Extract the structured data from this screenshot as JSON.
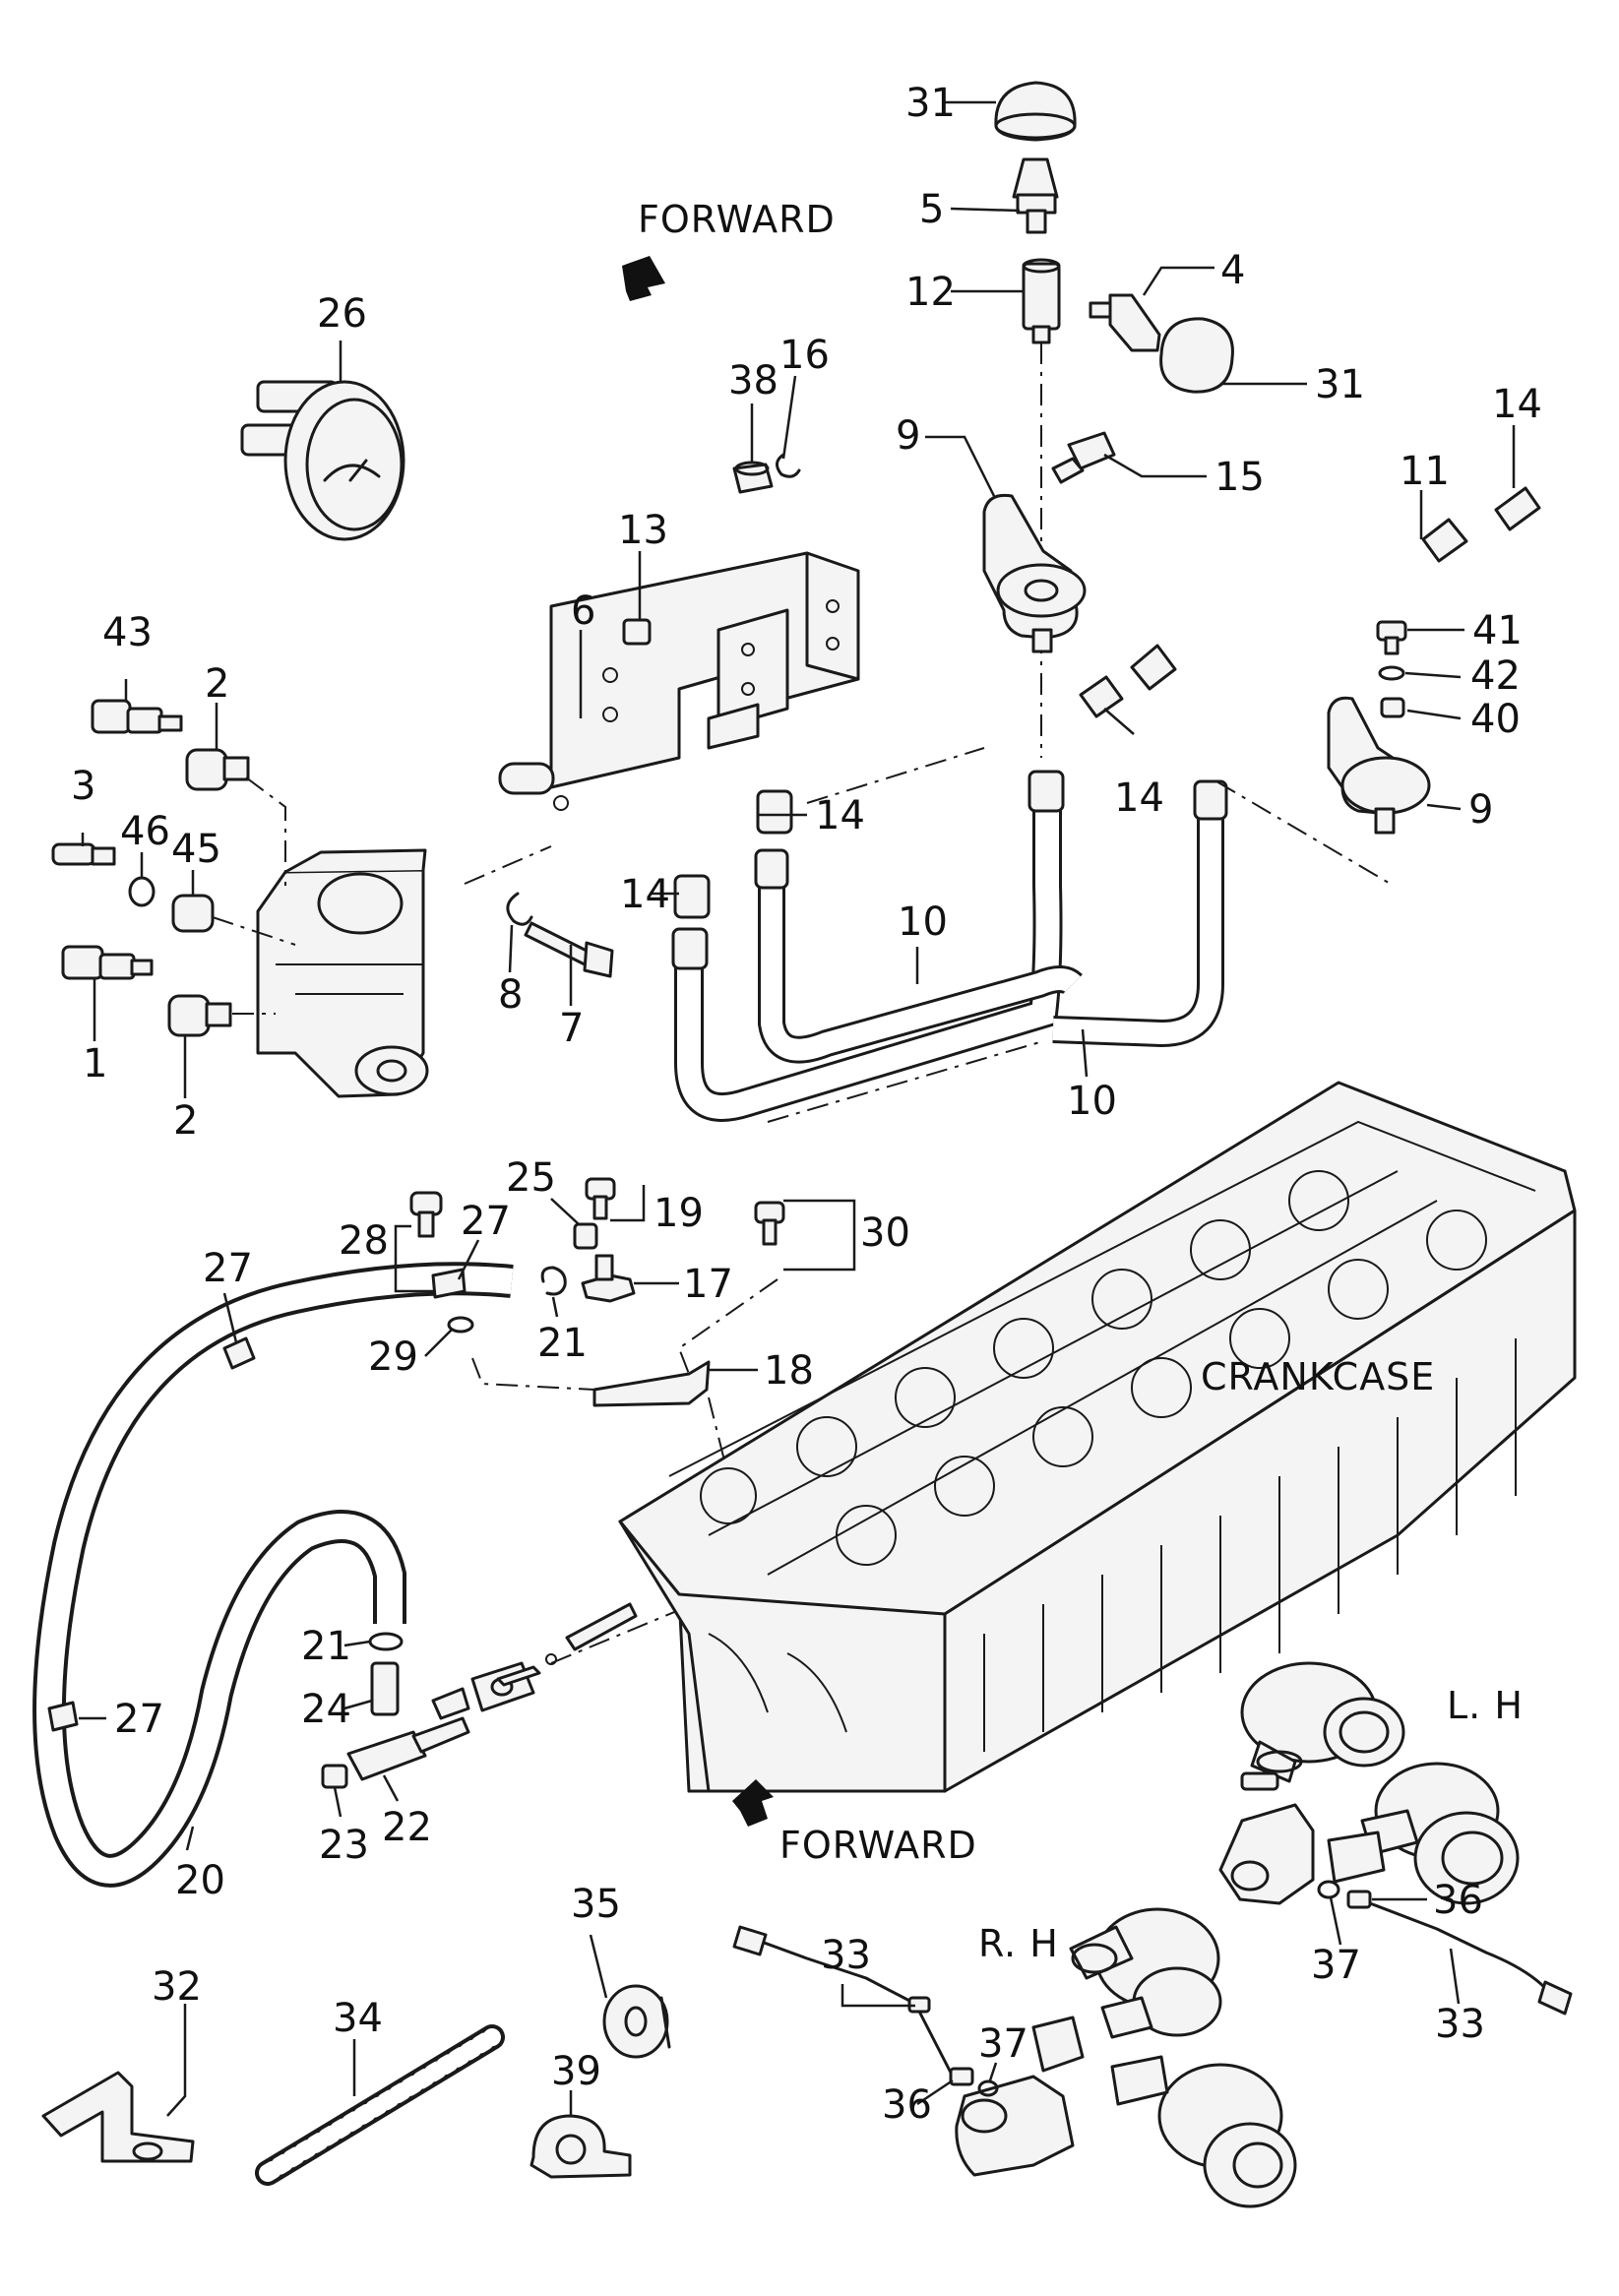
{
  "captions": {
    "forward_top": "FORWARD",
    "forward_bottom": "FORWARD",
    "crankcase": "CRANKCASE",
    "left_hand": "L. H",
    "right_hand": "R. H"
  },
  "callouts": [
    {
      "id": "c31a",
      "text": "31"
    },
    {
      "id": "c5",
      "text": "5"
    },
    {
      "id": "c12",
      "text": "12"
    },
    {
      "id": "c4",
      "text": "4"
    },
    {
      "id": "c31b",
      "text": "31"
    },
    {
      "id": "c26",
      "text": "26"
    },
    {
      "id": "c38",
      "text": "38"
    },
    {
      "id": "c16",
      "text": "16"
    },
    {
      "id": "c9a",
      "text": "9"
    },
    {
      "id": "c15",
      "text": "15"
    },
    {
      "id": "c14a",
      "text": "14"
    },
    {
      "id": "c11",
      "text": "11"
    },
    {
      "id": "c13",
      "text": "13"
    },
    {
      "id": "c6",
      "text": "6"
    },
    {
      "id": "c41",
      "text": "41"
    },
    {
      "id": "c42",
      "text": "42"
    },
    {
      "id": "c40",
      "text": "40"
    },
    {
      "id": "c43",
      "text": "43"
    },
    {
      "id": "c2a",
      "text": "2"
    },
    {
      "id": "c14b",
      "text": "14"
    },
    {
      "id": "c14c",
      "text": "14"
    },
    {
      "id": "c9b",
      "text": "9"
    },
    {
      "id": "c3",
      "text": "3"
    },
    {
      "id": "c46",
      "text": "46"
    },
    {
      "id": "c45",
      "text": "45"
    },
    {
      "id": "c14d",
      "text": "14"
    },
    {
      "id": "c10a",
      "text": "10"
    },
    {
      "id": "c8",
      "text": "8"
    },
    {
      "id": "c7",
      "text": "7"
    },
    {
      "id": "c1",
      "text": "1"
    },
    {
      "id": "c2b",
      "text": "2"
    },
    {
      "id": "c10b",
      "text": "10"
    },
    {
      "id": "c25",
      "text": "25"
    },
    {
      "id": "c19",
      "text": "19"
    },
    {
      "id": "c30",
      "text": "30"
    },
    {
      "id": "c28",
      "text": "28"
    },
    {
      "id": "c27a",
      "text": "27"
    },
    {
      "id": "c27b",
      "text": "27"
    },
    {
      "id": "c17",
      "text": "17"
    },
    {
      "id": "c21a",
      "text": "21"
    },
    {
      "id": "c29",
      "text": "29"
    },
    {
      "id": "c18",
      "text": "18"
    },
    {
      "id": "c21b",
      "text": "21"
    },
    {
      "id": "c24",
      "text": "24"
    },
    {
      "id": "c27c",
      "text": "27"
    },
    {
      "id": "c22",
      "text": "22"
    },
    {
      "id": "c23",
      "text": "23"
    },
    {
      "id": "c20",
      "text": "20"
    },
    {
      "id": "c35",
      "text": "35"
    },
    {
      "id": "c36a",
      "text": "36"
    },
    {
      "id": "c37a",
      "text": "37"
    },
    {
      "id": "c33a",
      "text": "33"
    },
    {
      "id": "c32",
      "text": "32"
    },
    {
      "id": "c34",
      "text": "34"
    },
    {
      "id": "c39",
      "text": "39"
    },
    {
      "id": "c33b",
      "text": "33"
    },
    {
      "id": "c37b",
      "text": "37"
    },
    {
      "id": "c36b",
      "text": "36"
    }
  ]
}
